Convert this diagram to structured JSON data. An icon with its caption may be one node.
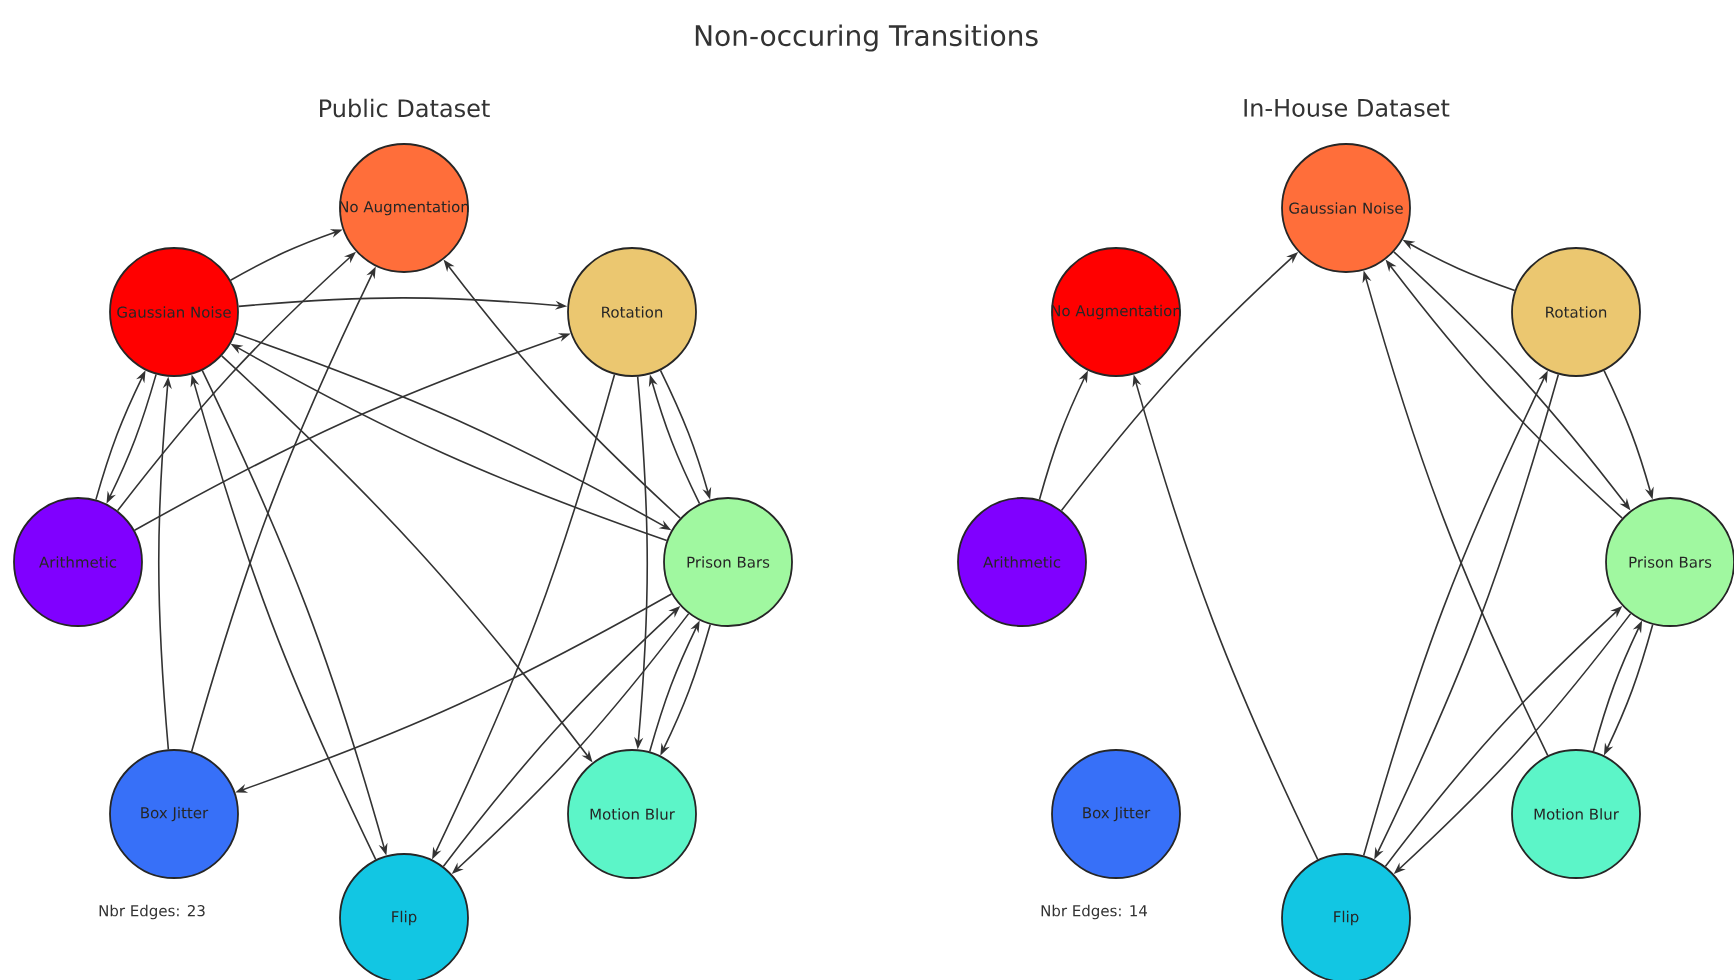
{
  "diagram": {
    "title": "Non-occuring Transitions",
    "nodes": [
      {
        "text": [
          "No Augmentation"
        ]
      },
      {
        "text": [
          "Gaussian Noise"
        ]
      },
      {
        "text": [
          "Rotation"
        ]
      },
      {
        "text": [
          "Arithmetic"
        ]
      },
      {
        "text": [
          "Prison Bars"
        ]
      },
      {
        "text": [
          "Box Jitter"
        ]
      },
      {
        "text": [
          "Flip"
        ]
      },
      {
        "text": [
          "Motion Blur"
        ]
      },
      {
        "text": [
          "Gaussian Noise"
        ]
      },
      {
        "text": [
          "No Augmentation"
        ]
      },
      {
        "text": [
          "Rotation"
        ]
      },
      {
        "text": [
          "Arithmetic"
        ]
      },
      {
        "text": [
          "Prison Bars"
        ]
      },
      {
        "text": [
          "Box Jitter"
        ]
      },
      {
        "text": [
          "Flip"
        ]
      },
      {
        "text": [
          "Motion Blur"
        ]
      }
    ],
    "edges": [
      {
        "from": 1,
        "to": 0,
        "arrow": "to"
      },
      {
        "from": 3,
        "to": 0,
        "arrow": "to"
      },
      {
        "from": 5,
        "to": 0,
        "arrow": "to"
      },
      {
        "from": 1,
        "to": 2,
        "arrow": "to"
      },
      {
        "from": 3,
        "to": 2,
        "arrow": "to"
      },
      {
        "from": 4,
        "to": 0,
        "arrow": "to"
      },
      {
        "from": 1,
        "to": 3,
        "arrow": "to"
      },
      {
        "from": 3,
        "to": 1,
        "arrow": "to"
      },
      {
        "from": 5,
        "to": 1,
        "arrow": "to"
      },
      {
        "from": 1,
        "to": 6,
        "arrow": "to"
      },
      {
        "from": 6,
        "to": 1,
        "arrow": "to"
      },
      {
        "from": 1,
        "to": 7,
        "arrow": "to"
      },
      {
        "from": 1,
        "to": 4,
        "arrow": "to"
      },
      {
        "from": 4,
        "to": 1,
        "arrow": "to"
      },
      {
        "from": 2,
        "to": 6,
        "arrow": "to"
      },
      {
        "from": 2,
        "to": 7,
        "arrow": "to"
      },
      {
        "from": 2,
        "to": 4,
        "arrow": "to"
      },
      {
        "from": 4,
        "to": 2,
        "arrow": "to"
      },
      {
        "from": 4,
        "to": 5,
        "arrow": "to"
      },
      {
        "from": 4,
        "to": 6,
        "arrow": "to"
      },
      {
        "from": 6,
        "to": 4,
        "arrow": "to"
      },
      {
        "from": 4,
        "to": 7,
        "arrow": "to"
      },
      {
        "from": 7,
        "to": 4,
        "arrow": "to"
      },
      {
        "from": 11,
        "to": 9,
        "arrow": "to"
      },
      {
        "from": 11,
        "to": 8,
        "arrow": "to"
      },
      {
        "from": 14,
        "to": 9,
        "arrow": "to"
      },
      {
        "from": 10,
        "to": 8,
        "arrow": "to"
      },
      {
        "from": 8,
        "to": 12,
        "arrow": "to"
      },
      {
        "from": 12,
        "to": 8,
        "arrow": "to"
      },
      {
        "from": 15,
        "to": 8,
        "arrow": "to"
      },
      {
        "from": 10,
        "to": 12,
        "arrow": "to"
      },
      {
        "from": 10,
        "to": 14,
        "arrow": "to"
      },
      {
        "from": 14,
        "to": 10,
        "arrow": "to"
      },
      {
        "from": 12,
        "to": 14,
        "arrow": "to"
      },
      {
        "from": 14,
        "to": 12,
        "arrow": "to"
      },
      {
        "from": 12,
        "to": 15,
        "arrow": "to"
      },
      {
        "from": 15,
        "to": 12,
        "arrow": "to"
      }
    ],
    "labels": [
      "Public Dataset",
      "In-House Dataset",
      "Nbr Edges: 23",
      "Nbr Edges: 14"
    ]
  }
}
